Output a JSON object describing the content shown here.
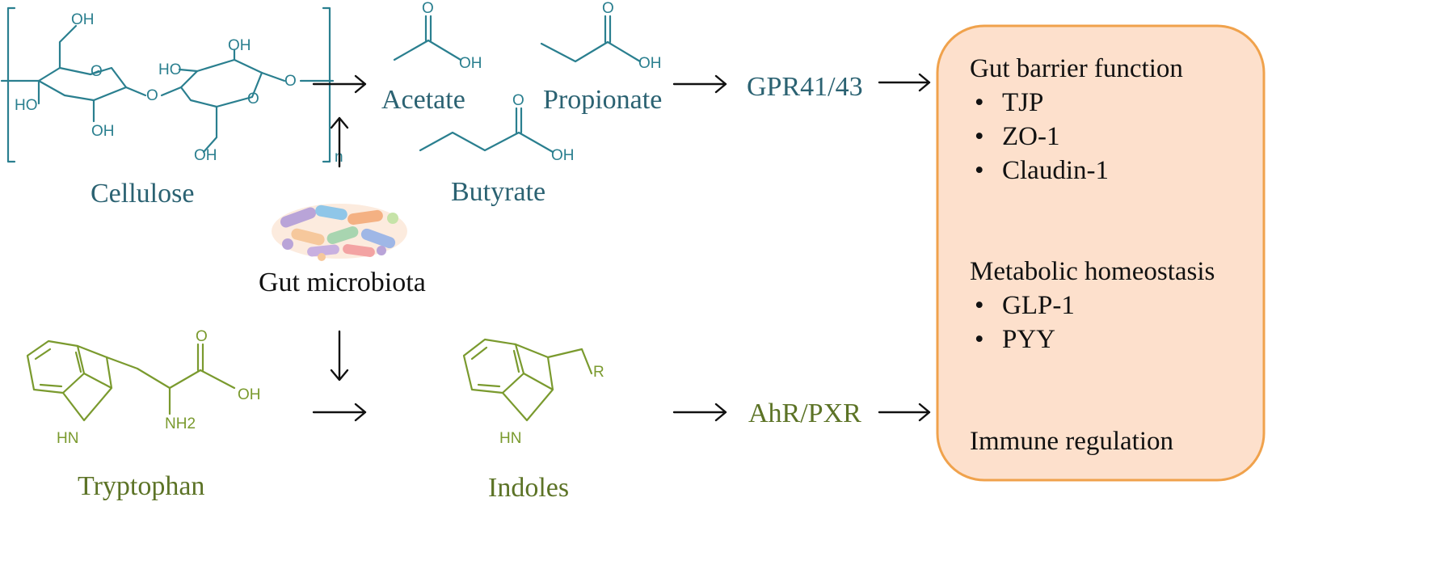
{
  "colors": {
    "teal_structure": "#2a7f8f",
    "teal_label": "#2b6272",
    "olive_structure": "#7a9a2e",
    "olive_label": "#5c7326",
    "box_fill": "#fde0cc",
    "box_stroke": "#f0a24c",
    "arrow": "#111111"
  },
  "molecules": {
    "cellulose": {
      "label": "Cellulose",
      "atoms": {
        "oh_top": "OH",
        "oh_ring2_top": "OH",
        "ho_ring2": "HO",
        "ho_left": "HO",
        "oh_bottom1": "OH",
        "oh_bottom2": "OH",
        "o_ring1": "O",
        "o_link": "O",
        "o_ring2": "O",
        "o_end": "O",
        "repeat_n": "n"
      }
    },
    "acetate": {
      "label": "Acetate",
      "atoms": {
        "o": "O",
        "oh": "OH"
      }
    },
    "propionate": {
      "label": "Propionate",
      "atoms": {
        "o": "O",
        "oh": "OH"
      }
    },
    "butyrate": {
      "label": "Butyrate",
      "atoms": {
        "o": "O",
        "oh": "OH"
      }
    },
    "tryptophan": {
      "label": "Tryptophan",
      "atoms": {
        "o": "O",
        "oh": "OH",
        "nh2": "NH2",
        "hn": "HN"
      }
    },
    "indoles": {
      "label": "Indoles",
      "atoms": {
        "r": "R",
        "hn": "HN"
      }
    }
  },
  "microbiota": {
    "label": "Gut microbiota"
  },
  "receptors": {
    "top": "GPR41/43",
    "bottom": "AhR/PXR"
  },
  "outcomes": {
    "sections": [
      {
        "title": "Gut barrier function",
        "items": [
          "TJP",
          "ZO-1",
          "Claudin-1"
        ]
      },
      {
        "title": "Metabolic homeostasis",
        "items": [
          "GLP-1",
          "PYY"
        ]
      },
      {
        "title": "Immune regulation",
        "items": []
      }
    ],
    "bullet": "•"
  }
}
